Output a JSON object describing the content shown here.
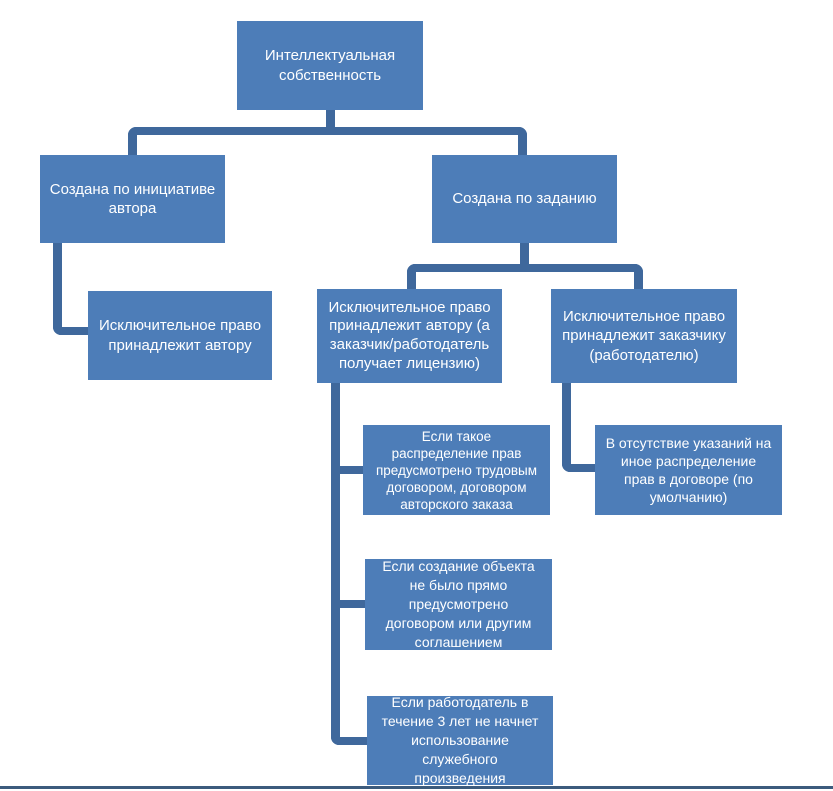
{
  "diagram": {
    "title": "Интеллектуальная собственность",
    "colors": {
      "node_fill": "#4d7db8",
      "connector": "#3f689c",
      "node_text": "#ffffff",
      "bottom_rule": "#3c5b7d",
      "background": "#ffffff"
    },
    "nodes": {
      "root": "Интеллектуальная собственность",
      "initiative": "Создана по инициативе автора",
      "assignment": "Создана по заданию",
      "author": "Исключительное право принадлежит автору",
      "author_license": "Исключительное право принадлежит автору (а заказчик/работодатель получает лицензию)",
      "customer": "Исключительное право принадлежит заказчику (работодателю)",
      "cond_labor_contract": "Если такое распределение прав предусмотрено трудовым договором, договором авторского заказа",
      "default_rule": "В отсутствие указаний на иное распределение прав в договоре (по умолчанию)",
      "cond_not_stipulated": "Если создание объекта не было прямо предусмотрено договором или другим соглашением",
      "cond_three_years": "Если работодатель в течение 3 лет не начнет использование служебного произведения"
    },
    "edges": [
      [
        "root",
        "initiative"
      ],
      [
        "root",
        "assignment"
      ],
      [
        "initiative",
        "author"
      ],
      [
        "assignment",
        "author_license"
      ],
      [
        "assignment",
        "customer"
      ],
      [
        "author_license",
        "cond_labor_contract"
      ],
      [
        "author_license",
        "cond_not_stipulated"
      ],
      [
        "author_license",
        "cond_three_years"
      ],
      [
        "customer",
        "default_rule"
      ]
    ]
  }
}
